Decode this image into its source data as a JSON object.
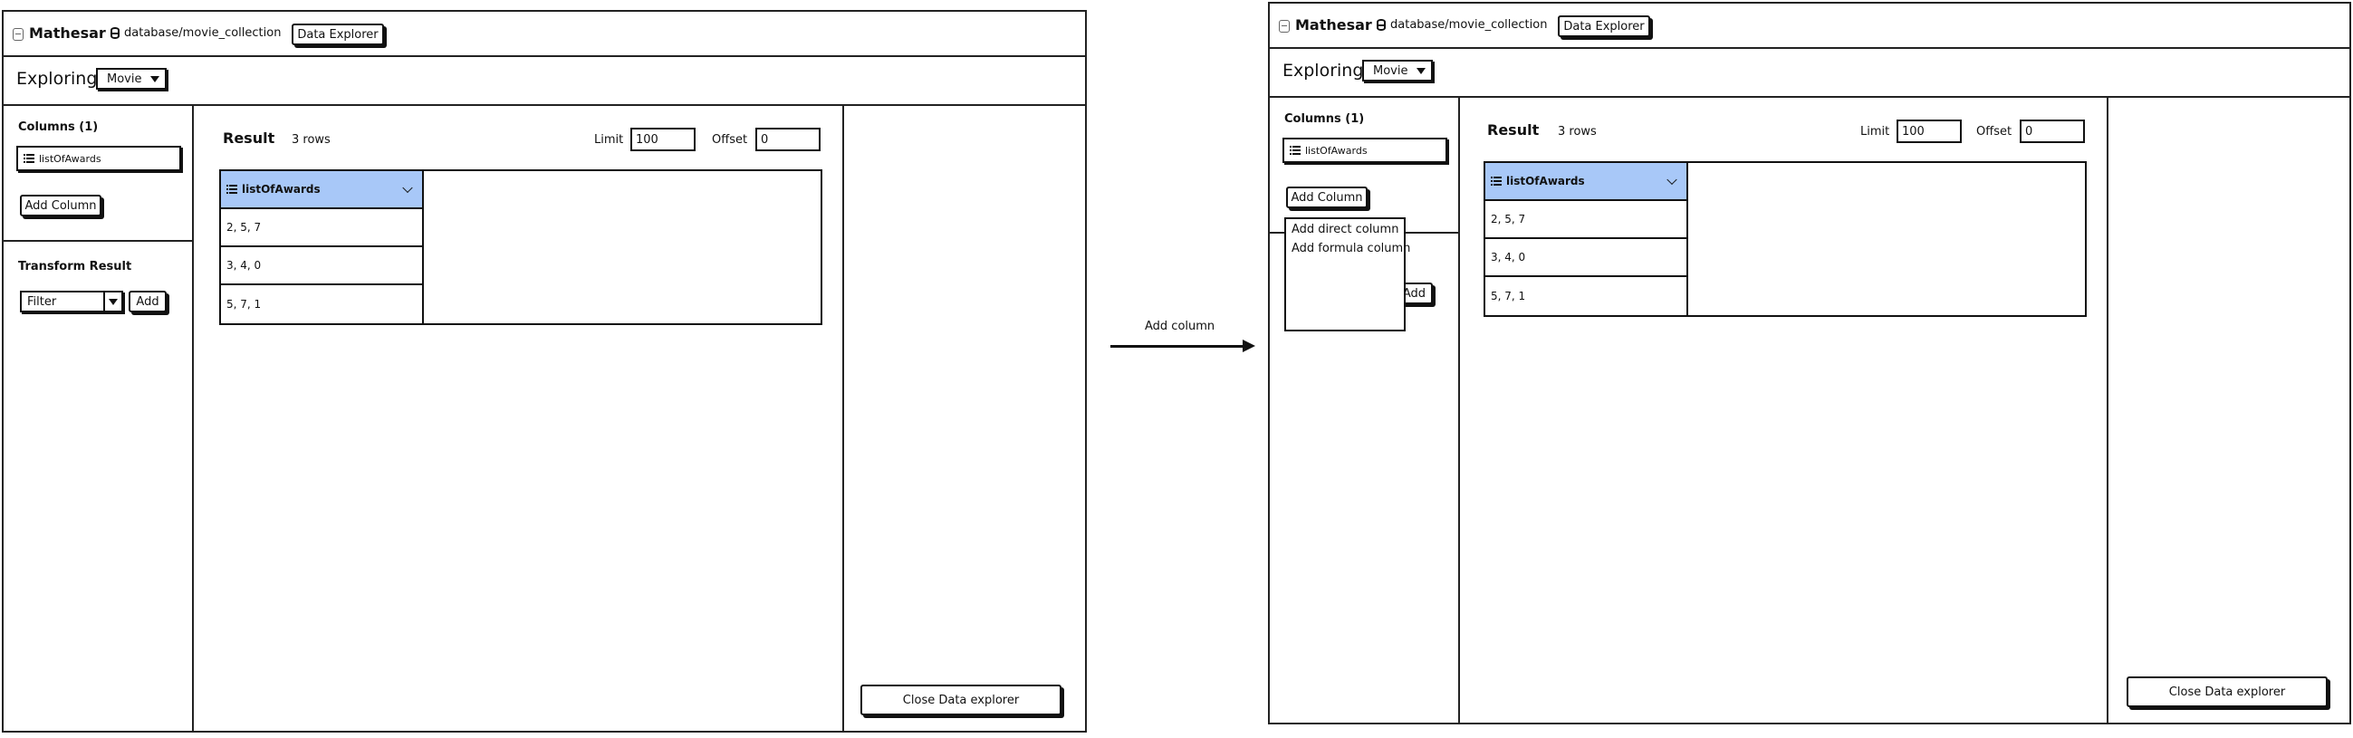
{
  "left_screen": {
    "app_title": "Mathesar",
    "breadcrumb_db": "database/movie_collection",
    "breadcrumb_button": "Data Explorer",
    "exploring_label": "Exploring",
    "table_select_value": "Movie",
    "columns_title": "Columns (1)",
    "column_chip": "listOfAwards",
    "add_column_button": "Add Column",
    "transform_title": "Transform Result",
    "filter_select_value": "Filter",
    "add_button": "Add",
    "result_label": "Result",
    "row_count": "3 rows",
    "limit_label": "Limit",
    "limit_value": "100",
    "offset_label": "Offset",
    "offset_value": "0",
    "column_header": "listOfAwards",
    "rows": [
      "2, 5, 7",
      "3, 4, 0",
      "5, 7, 1"
    ],
    "close_button": "Close Data explorer"
  },
  "transition_label": "Add column",
  "right_screen": {
    "app_title": "Mathesar",
    "breadcrumb_db": "database/movie_collection",
    "breadcrumb_button": "Data Explorer",
    "exploring_label": "Exploring",
    "table_select_value": "Movie",
    "columns_title": "Columns (1)",
    "column_chip": "listOfAwards",
    "add_column_button": "Add Column",
    "dropdown_items": [
      "Add direct column",
      "Add formula column"
    ],
    "add_button": "Add",
    "result_label": "Result",
    "row_count": "3 rows",
    "limit_label": "Limit",
    "limit_value": "100",
    "offset_label": "Offset",
    "offset_value": "0",
    "column_header": "listOfAwards",
    "rows": [
      "2, 5, 7",
      "3, 4, 0",
      "5, 7, 1"
    ],
    "close_button": "Close Data explorer"
  },
  "colors": {
    "column_header_bg": "#a8c8f8",
    "stroke": "#111111"
  }
}
